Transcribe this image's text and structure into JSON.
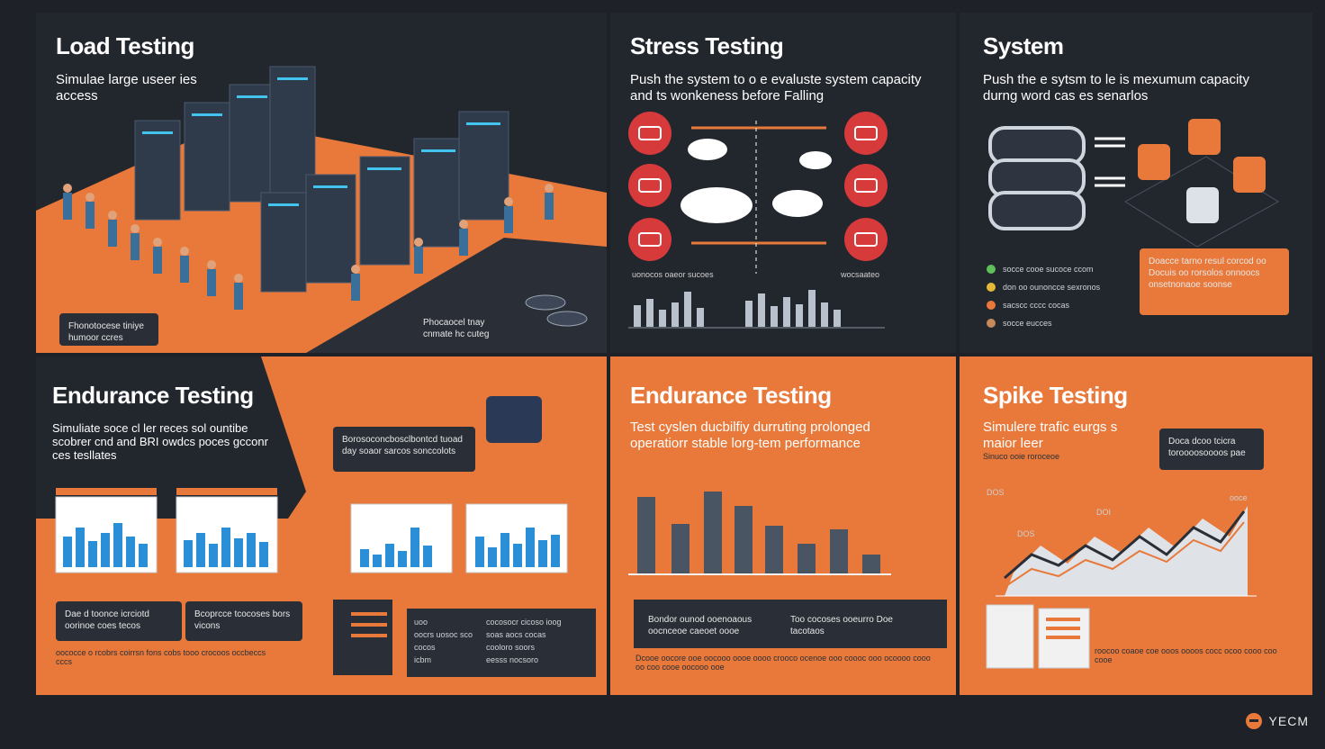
{
  "panels": {
    "load": {
      "title": "Load Testing",
      "subtitle": "Simulae large useer ies access",
      "callout_left": "Fhonotocese tiniye humoor ccres",
      "callout_right": "Phocaocel tnay cnmate hc cuteg"
    },
    "stress": {
      "title": "Stress Testing",
      "subtitle": "Push the system to o e evaluste system capacity and ts wonkeness before Falling",
      "label_left": "uonocos oaeor sucoes",
      "label_right": "wocsaateo"
    },
    "system": {
      "title": "System",
      "subtitle": "Push the e sytsm to le is mexumum capacity durng word cas es senarlos",
      "legend": [
        "socce cooe sucoce ccom",
        "don oo ounoncce sexronos",
        "sacscc cccc cocas",
        "socce eucces"
      ],
      "callout": "Doacce tarno resul corcod oo Docuis oo rorsolos onnoocs onsetnonaoe soonse"
    },
    "endurance1": {
      "title": "Endurance Testing",
      "subtitle": "Simuliate soce cl ler reces sol ountibe scobrer cnd and BRI owdcs poces gcconr ces tesllates",
      "callout_top": "Borosoconcbosclbontcd tuoad day soaor sarcos sonccolots",
      "callout_bottom_left": "Dae d toonce icrciotd oorinoe coes tecos",
      "callout_bottom_right": "Bcoprcce tcocoses bors vicons",
      "footer_left": "oococce o rcobrs coirrsn fons cobs tooo crocoos occbeccs cccs",
      "legend": [
        "uoo",
        "oocrs uosoc sco",
        "cocos",
        "icbm"
      ],
      "legend_right": [
        "cocosocr cicoso ioog",
        "soas aocs cocas",
        "cooloro soors",
        "eesss nocsoro"
      ]
    },
    "endurance2": {
      "title": "Endurance Testing",
      "subtitle": "Test cyslen ducbilfiy durruting prolonged operatiorr stable lorg-tem performance",
      "callout_left": "Bondor ounod ooenoaous oocnceoe caeoet oooe",
      "callout_right": "Too cocoses ooeurro Doe tacotaos",
      "footer": "Dcooe oocore ooe oocooo oooe oooo crooco ocenoe ooo coooc ooo ocoooo cooo oo coo cooe oocooo ooe"
    },
    "spike": {
      "title": "Spike Testing",
      "subtitle": "Simulere trafic eurgs s maior leer",
      "small_caption": "Sinuco ooie roroceoe",
      "callout": "Doca dcoo tcicra toroooosoooos pae",
      "chart_labels": [
        "DOS",
        "DOI",
        "DOS",
        "ooce"
      ],
      "footer": "roocoo coaoe coe ooos oooos cocc ocoo cooo coo cooe"
    }
  },
  "brand": {
    "text": "YECM"
  },
  "colors": {
    "orange": "#e8793a",
    "dark": "#22262d",
    "server": "#2f3a4a",
    "accent_blue": "#2a8fd6"
  }
}
